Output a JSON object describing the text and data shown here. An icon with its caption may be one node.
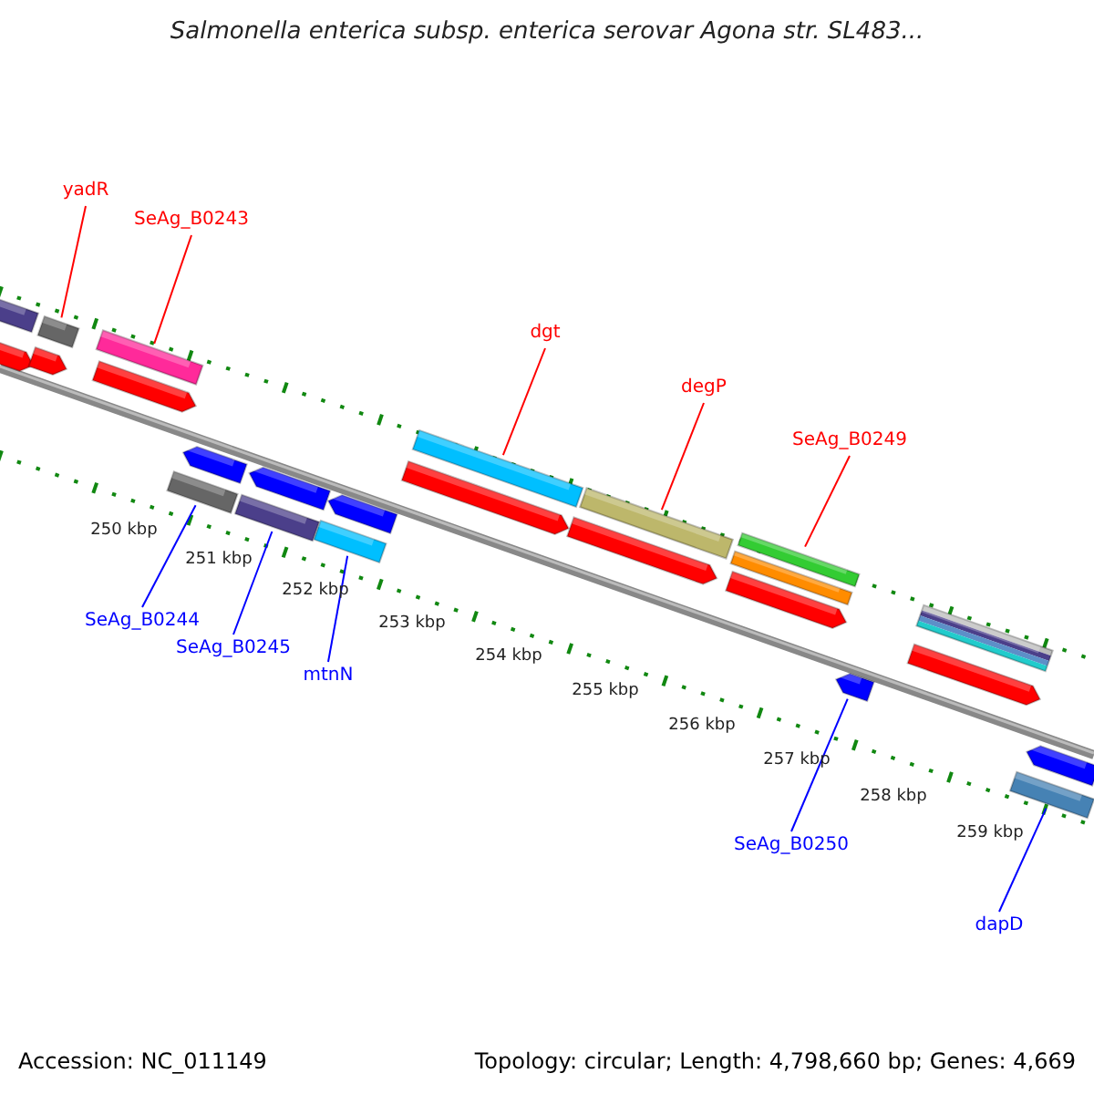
{
  "diagram": {
    "title": "Salmonella enterica subsp. enterica serovar Agona str. SL483...",
    "nodes": [
      {
        "text": [
          "yadR"
        ]
      },
      {
        "text": [
          "SeAg_B0243"
        ]
      },
      {
        "text": [
          "dgt"
        ]
      },
      {
        "text": [
          "degP"
        ]
      },
      {
        "text": [
          "SeAg_B0249"
        ]
      },
      {
        "text": [
          "SeAg_B0244"
        ]
      },
      {
        "text": [
          "SeAg_B0245"
        ]
      },
      {
        "text": [
          "mtnN"
        ]
      },
      {
        "text": [
          "SeAg_B0250"
        ]
      },
      {
        "text": [
          "dapD"
        ]
      },
      {
        "text": [],
        "shape": "bar"
      },
      {
        "text": [],
        "shape": "bar"
      },
      {
        "text": [],
        "shape": "bar"
      },
      {
        "text": [],
        "shape": "bar"
      },
      {
        "text": [],
        "shape": "bar"
      },
      {
        "text": [],
        "shape": "bar"
      },
      {
        "text": [],
        "shape": "bar"
      },
      {
        "text": [],
        "shape": "bar"
      },
      {
        "text": [],
        "shape": "bar"
      },
      {
        "text": [],
        "shape": "bar"
      }
    ],
    "edges": [
      {
        "from": 0,
        "to": 10,
        "arrow": "none",
        "color": "#ff0000"
      },
      {
        "from": 1,
        "to": 11,
        "arrow": "none",
        "color": "#ff0000"
      },
      {
        "from": 2,
        "to": 12,
        "arrow": "none",
        "color": "#ff0000"
      },
      {
        "from": 3,
        "to": 13,
        "arrow": "none",
        "color": "#ff0000"
      },
      {
        "from": 4,
        "to": 14,
        "arrow": "none",
        "color": "#ff0000"
      },
      {
        "from": 5,
        "to": 15,
        "arrow": "none",
        "color": "#0000ff"
      },
      {
        "from": 6,
        "to": 16,
        "arrow": "none",
        "color": "#0000ff"
      },
      {
        "from": 7,
        "to": 17,
        "arrow": "none",
        "color": "#0000ff"
      },
      {
        "from": 8,
        "to": 18,
        "arrow": "none",
        "color": "#0000ff"
      },
      {
        "from": 9,
        "to": 19,
        "arrow": "none",
        "color": "#0000ff"
      }
    ],
    "labels": [
      "250 kbp",
      "251 kbp",
      "252 kbp",
      "253 kbp",
      "254 kbp",
      "255 kbp",
      "256 kbp",
      "257 kbp",
      "258 kbp",
      "259 kbp",
      "Accession: NC_011149",
      "Topology: circular; Length: 4,798,660 bp; Genes: 4,669"
    ]
  }
}
